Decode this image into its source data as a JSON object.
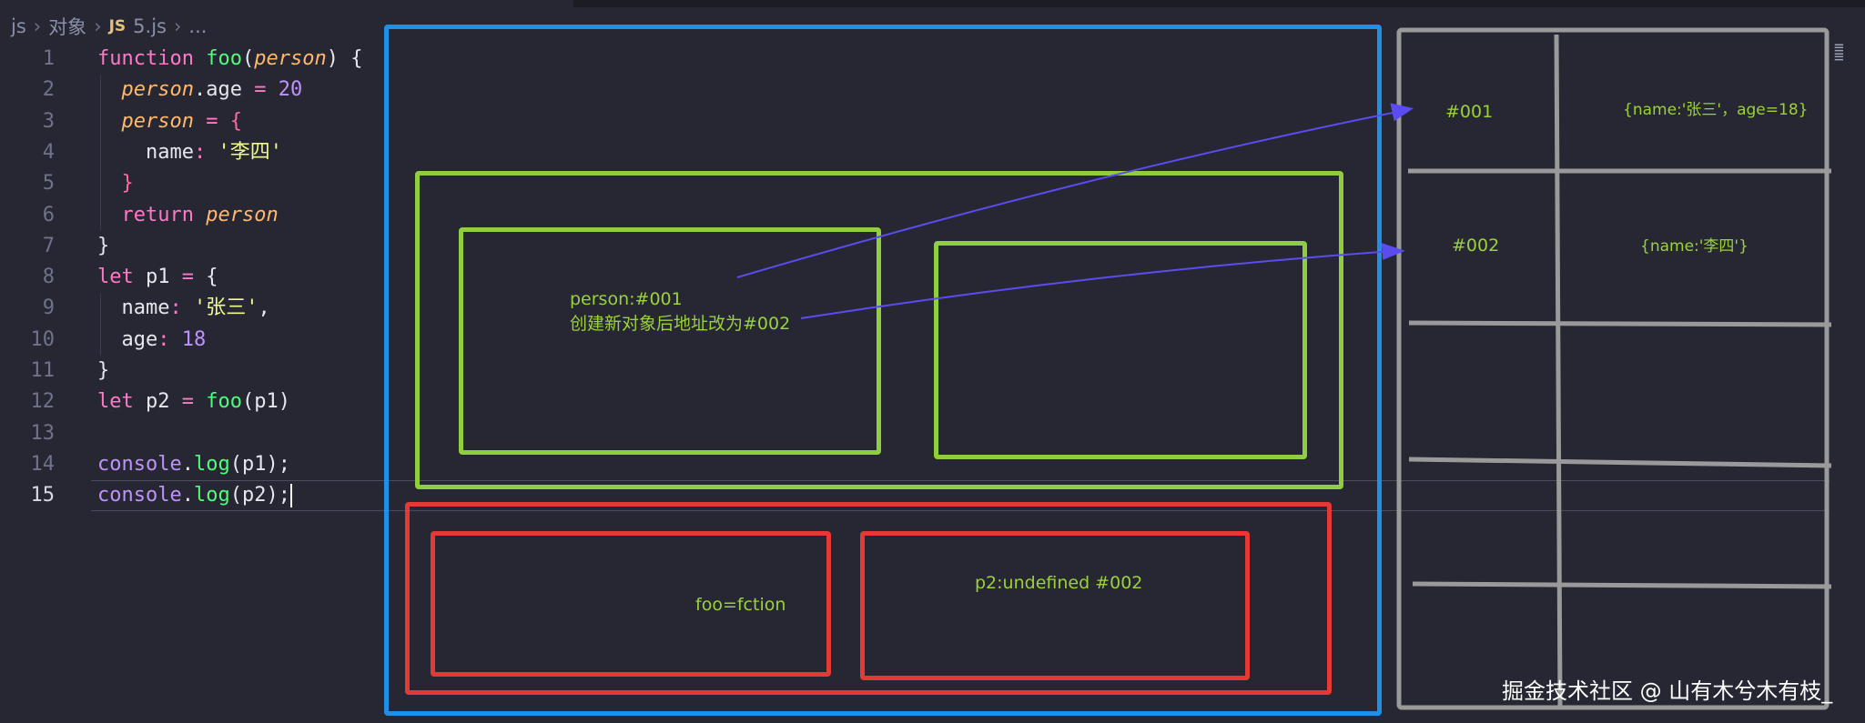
{
  "breadcrumb": {
    "folder": "js",
    "sub": "对象",
    "badge": "JS",
    "file": "5.js",
    "more": "..."
  },
  "code": [
    {
      "n": "1",
      "tokens": [
        [
          "kw",
          "function "
        ],
        [
          "fn",
          "foo"
        ],
        [
          "",
          "("
        ],
        [
          "param",
          "person"
        ],
        [
          "",
          ") {"
        ]
      ]
    },
    {
      "n": "2",
      "tokens": [
        [
          "",
          "  "
        ],
        [
          "param",
          "person"
        ],
        [
          "",
          ".age "
        ],
        [
          "kw",
          "="
        ],
        [
          "num",
          " 20"
        ]
      ]
    },
    {
      "n": "3",
      "tokens": [
        [
          "",
          "  "
        ],
        [
          "param",
          "person"
        ],
        [
          "kw",
          " = "
        ],
        [
          "brace-p",
          "{"
        ]
      ]
    },
    {
      "n": "4",
      "tokens": [
        [
          "",
          "    name"
        ],
        [
          "kw",
          ":"
        ],
        [
          "str",
          " '李四'"
        ]
      ]
    },
    {
      "n": "5",
      "tokens": [
        [
          "",
          "  "
        ],
        [
          "brace-p",
          "}"
        ]
      ]
    },
    {
      "n": "6",
      "tokens": [
        [
          "",
          "  "
        ],
        [
          "kw",
          "return "
        ],
        [
          "param",
          "person"
        ]
      ]
    },
    {
      "n": "7",
      "tokens": [
        [
          "",
          "}"
        ]
      ]
    },
    {
      "n": "8",
      "tokens": [
        [
          "kw",
          "let "
        ],
        [
          "",
          "p1 "
        ],
        [
          "kw",
          "="
        ],
        [
          "",
          " {"
        ]
      ]
    },
    {
      "n": "9",
      "tokens": [
        [
          "",
          "  name"
        ],
        [
          "kw",
          ":"
        ],
        [
          "str",
          " '张三'"
        ],
        [
          "",
          ","
        ]
      ]
    },
    {
      "n": "10",
      "tokens": [
        [
          "",
          "  age"
        ],
        [
          "kw",
          ":"
        ],
        [
          "num",
          " 18"
        ]
      ]
    },
    {
      "n": "11",
      "tokens": [
        [
          "",
          "}"
        ]
      ]
    },
    {
      "n": "12",
      "tokens": [
        [
          "kw",
          "let "
        ],
        [
          "",
          "p2 "
        ],
        [
          "kw",
          "="
        ],
        [
          "fn",
          " foo"
        ],
        [
          "",
          "(p1)"
        ]
      ]
    },
    {
      "n": "13",
      "tokens": []
    },
    {
      "n": "14",
      "tokens": [
        [
          "obj",
          "console"
        ],
        [
          "",
          "."
        ],
        [
          "fn",
          "log"
        ],
        [
          "",
          "(p1);"
        ]
      ]
    },
    {
      "n": "15",
      "tokens": [
        [
          "obj",
          "console"
        ],
        [
          "",
          "."
        ],
        [
          "fn",
          "log"
        ],
        [
          "",
          "(p2);"
        ]
      ]
    }
  ],
  "active_line": "15",
  "diagram": {
    "inner_label_1": "person:#001",
    "inner_label_2": "创建新对象后地址改为#002",
    "foo_label": "foo=fction",
    "p2_label": "p2:undefined #002",
    "heap_addr_1": "#001",
    "heap_val_1": "{name:'张三'，age=18}",
    "heap_addr_2": "#002",
    "heap_val_2": "{name:'李四'}",
    "colors": {
      "stack_frame": "#1e90e8",
      "function_scope": "#8fce3c",
      "global_scope": "#e53935",
      "heap": "#9a9a9a",
      "arrow": "#5b4cf0",
      "annotation": "#9ad23b"
    }
  },
  "watermark": "掘金技术社区 @ 山有木兮木有枝_"
}
